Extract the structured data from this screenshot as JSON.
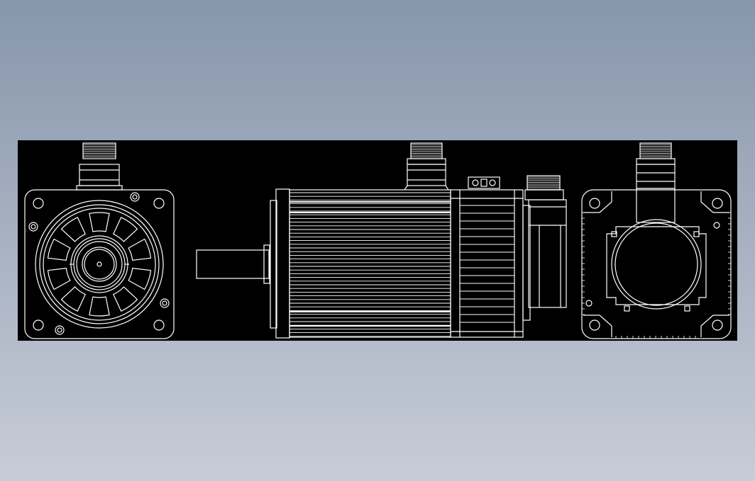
{
  "viewport": {
    "background_top": "#8796ac",
    "background_bottom": "#c7ccd7"
  },
  "drawing": {
    "background": "#000000",
    "line_color": "#ffffff",
    "views": [
      "front-flange-view",
      "side-view",
      "rear-view"
    ]
  }
}
